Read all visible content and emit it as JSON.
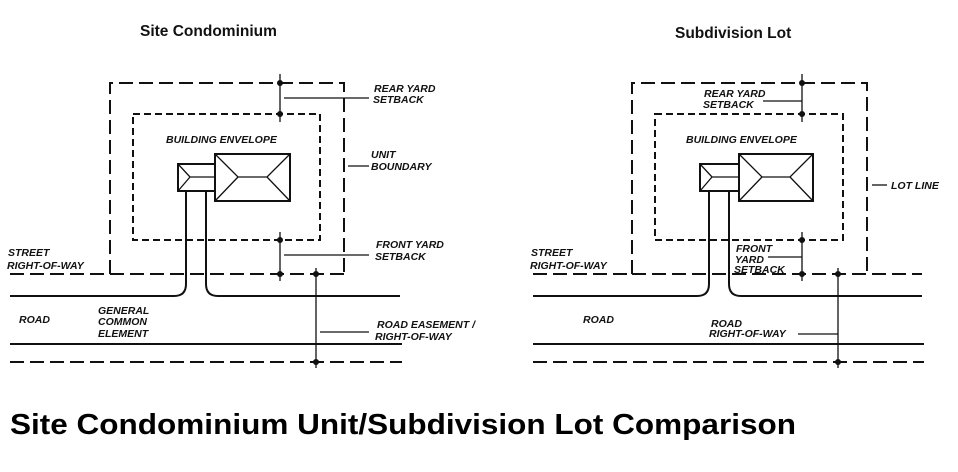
{
  "caption": "Site Condominium Unit/Subdivision Lot Comparison",
  "panels": {
    "left": {
      "title": "Site Condominium",
      "labels": {
        "rear_yard_1": "REAR YARD",
        "rear_yard_2": "SETBACK",
        "building_envelope": "BUILDING ENVELOPE",
        "boundary_1": "UNIT",
        "boundary_2": "BOUNDARY",
        "front_yard_1": "FRONT YARD",
        "front_yard_2": "SETBACK",
        "street_row_1": "STREET",
        "street_row_2": "RIGHT-OF-WAY",
        "road": "ROAD",
        "gce_1": "GENERAL",
        "gce_2": "COMMON",
        "gce_3": "ELEMENT",
        "road_row_1": "ROAD EASEMENT /",
        "road_row_2": "RIGHT-OF-WAY"
      }
    },
    "right": {
      "title": "Subdivision Lot",
      "labels": {
        "rear_yard_1": "REAR YARD",
        "rear_yard_2": "SETBACK",
        "building_envelope": "BUILDING ENVELOPE",
        "boundary_1": "LOT LINE",
        "front_yard_1": "FRONT",
        "front_yard_2": "YARD",
        "front_yard_3": "SETBACK",
        "street_row_1": "STREET",
        "street_row_2": "RIGHT-OF-WAY",
        "road": "ROAD",
        "road_row_1": "ROAD",
        "road_row_2": "RIGHT-OF-WAY"
      }
    }
  }
}
